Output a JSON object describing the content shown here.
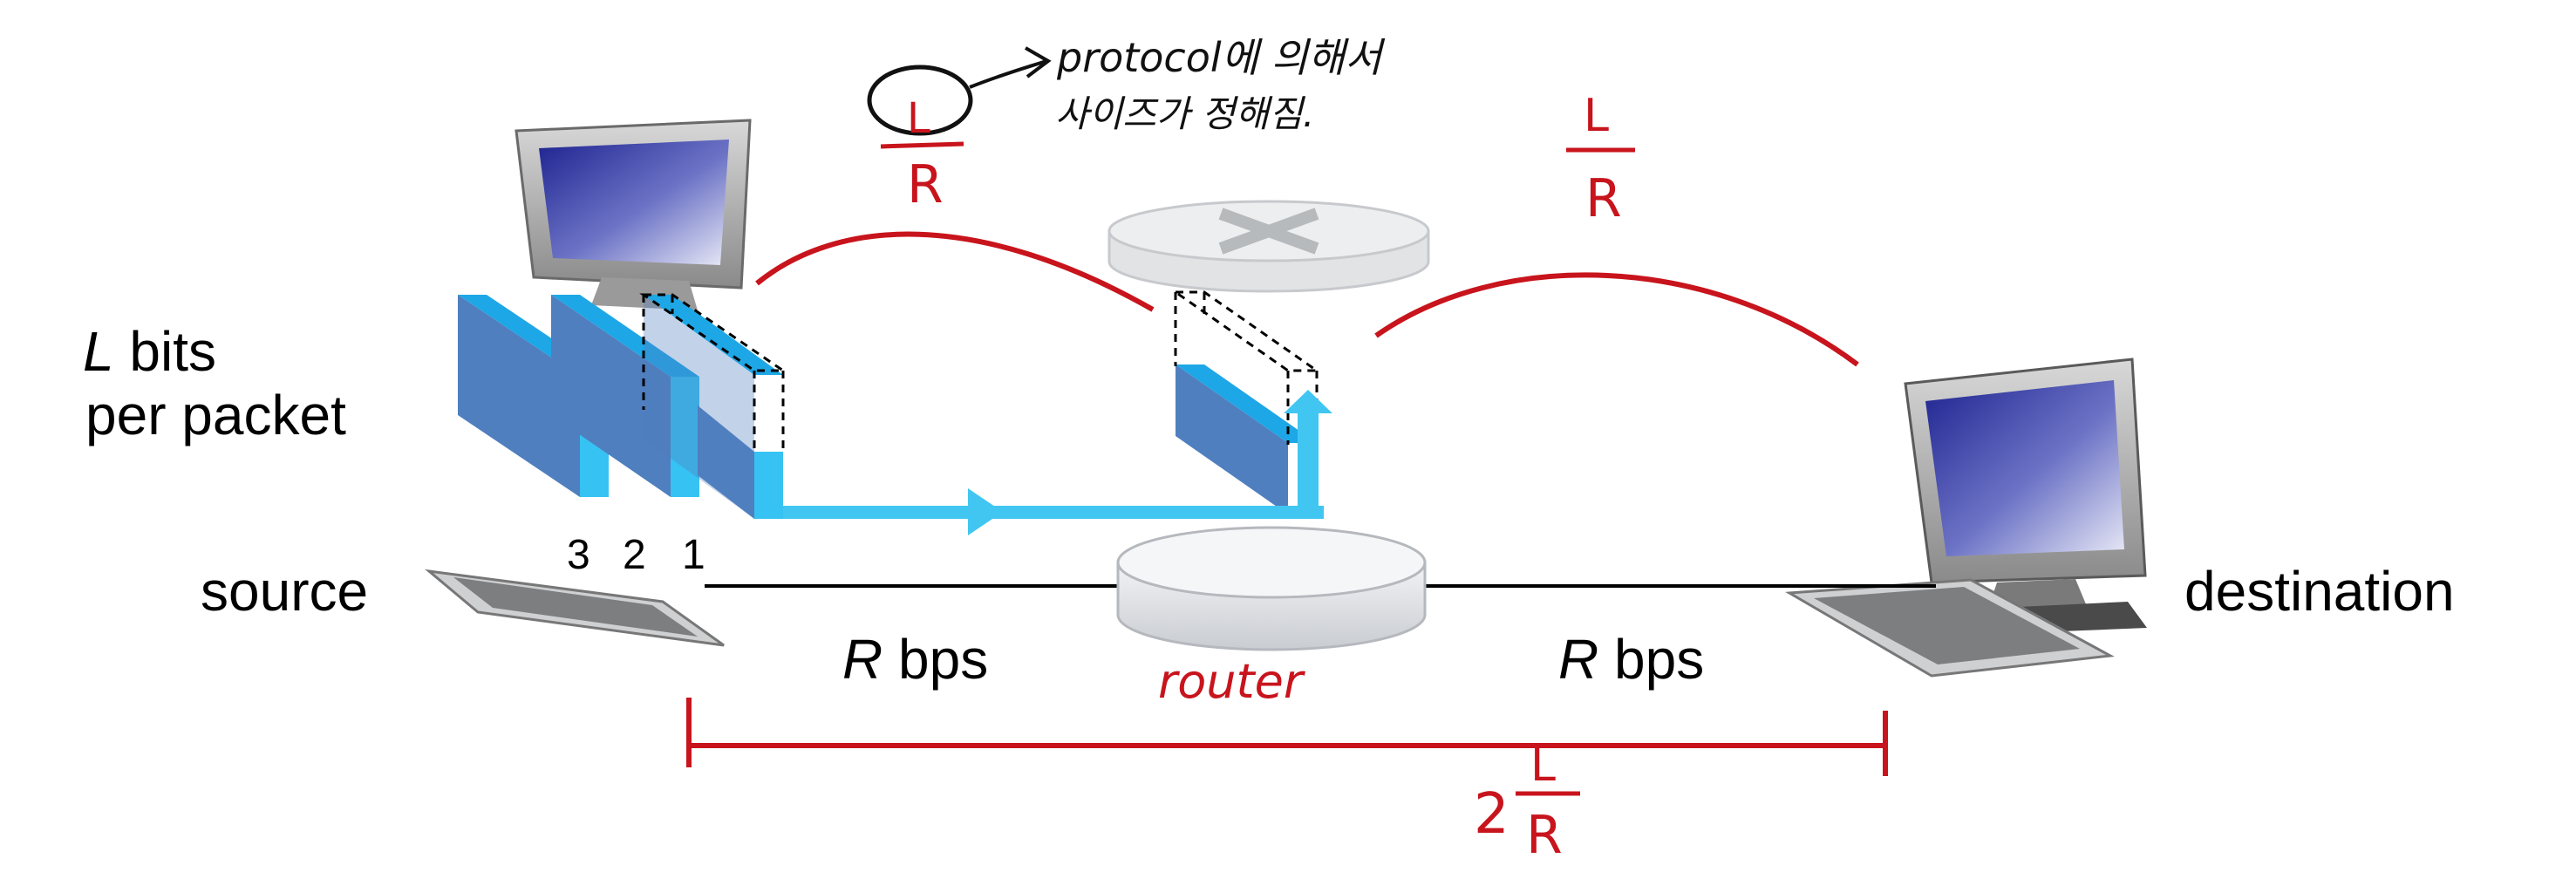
{
  "labels": {
    "l_var": "L",
    "bits_per_packet_line1": " bits",
    "bits_per_packet_line2": "per packet",
    "source": "source",
    "destination": "destination",
    "rate_var_left": "R",
    "rate_unit_left": " bps",
    "rate_var_right": "R",
    "rate_unit_right": " bps",
    "packet_numbers": [
      "3",
      "2",
      "1"
    ]
  },
  "annotations": {
    "note_line1": "protocol에 의해서",
    "note_line2": "사이즈가 정해짐.",
    "circled_letter": "L",
    "frac_left_num": "L",
    "frac_left_den": "R",
    "frac_right_num": "L",
    "frac_right_den": "R",
    "router_label": "router",
    "total_coef": "2",
    "total_num": "L",
    "total_den": "R"
  },
  "colors": {
    "packet_face": "#4f7fbf",
    "packet_top": "#1ea7e6",
    "packet_edge": "#36c2f2",
    "arrow": "#41c6f2",
    "annotation_red": "#c8141c",
    "link_line": "#000000",
    "router_body": "#e4e6e9",
    "monitor_screen": "#2a2f9a"
  },
  "icons": {
    "source_host": "desktop-computer-icon",
    "destination_host": "desktop-computer-icon",
    "router": "router-icon"
  }
}
